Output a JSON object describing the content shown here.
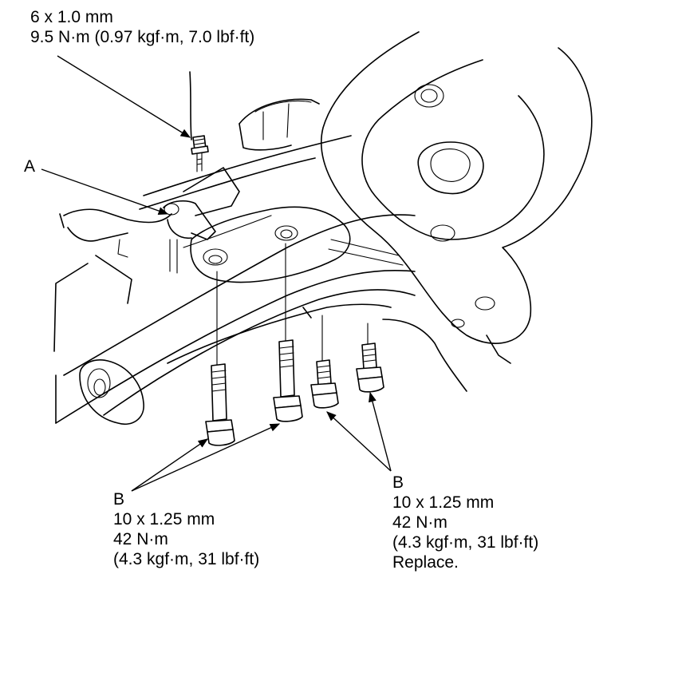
{
  "callouts": {
    "top_bolt": {
      "size": "6 x 1.0 mm",
      "torque": "9.5 N·m (0.97 kgf·m, 7.0 lbf·ft)"
    },
    "part_a": {
      "label": "A"
    },
    "bolts_b_left": {
      "label": "B",
      "size": "10 x 1.25 mm",
      "torque": "42 N·m",
      "torque_alt": "(4.3 kgf·m, 31 lbf·ft)"
    },
    "bolts_b_right": {
      "label": "B",
      "size": "10 x 1.25 mm",
      "torque": "42 N·m",
      "torque_alt": "(4.3 kgf·m, 31 lbf·ft)",
      "note": "Replace."
    }
  }
}
